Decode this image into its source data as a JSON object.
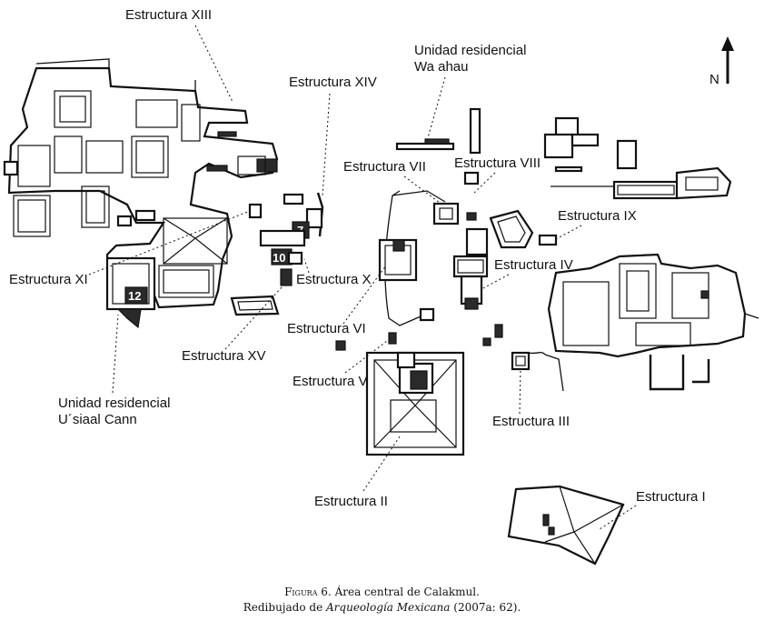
{
  "north_arrow": {
    "label": "N",
    "icon": "north-arrow-icon"
  },
  "labels": {
    "e13": "Estructura XIII",
    "e14": "Estructura XIV",
    "wa_line1": "Unidad residencial",
    "wa_line2": "Wa ahau",
    "e7": "Estructura VII",
    "e8": "Estructura VIII",
    "e9": "Estructura IX",
    "e4": "Estructura IV",
    "e10": "Estructura X",
    "e11": "Estructura XI",
    "e6": "Estructura VI",
    "e15": "Estructura XV",
    "e5": "Estructura V",
    "e3": "Estructura III",
    "us_line1": "Unidad residencial",
    "us_line2": "U´siaal Cann",
    "e2": "Estructura II",
    "e1": "Estructura I"
  },
  "markers": {
    "m7": "7",
    "m10": "10",
    "m12": "12"
  },
  "caption": {
    "fig_label": "Figura",
    "fig_rest": " 6. Área central de Calakmul.",
    "line2_pre": "Redibujado de ",
    "line2_italic": "Arqueología Mexicana",
    "line2_post": " (2007a: 62)."
  }
}
